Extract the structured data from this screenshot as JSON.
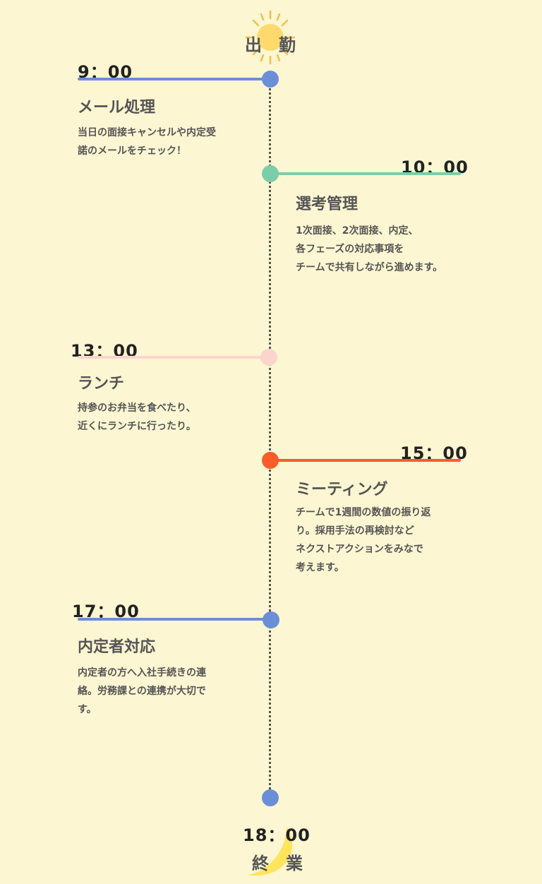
{
  "header": {
    "start_label": "出　勤",
    "start_icon": "sun-icon"
  },
  "footer": {
    "end_time": "18：00",
    "end_label": "終　業",
    "end_icon": "crescent-moon-icon"
  },
  "colors": {
    "background": "#fdf6d2",
    "blue": "#6b8fd6",
    "green": "#7ccdaa",
    "pink": "#fbd5cb",
    "orange": "#fb5c2a",
    "sun": "#ffd96b",
    "moon": "#ffe45c"
  },
  "events": [
    {
      "time": "9：00",
      "title": "メール処理",
      "lines": [
        "当日の面接キャンセルや内定受",
        "諾のメールをチェック！"
      ]
    },
    {
      "time": "10：00",
      "title": "選考管理",
      "lines": [
        "1次面接、2次面接、内定、",
        "各フェーズの対応事項を",
        "チームで共有しながら進めます。"
      ]
    },
    {
      "time": "13：00",
      "title": "ランチ",
      "lines": [
        "持参のお弁当を食べたり、",
        "近くにランチに行ったり。"
      ]
    },
    {
      "time": "15：00",
      "title": "ミーティング",
      "lines": [
        "チームで1週間の数値の振り返",
        "り。採用手法の再検討など",
        "ネクストアクションをみなで",
        "考えます。"
      ]
    },
    {
      "time": "17：00",
      "title": "内定者対応",
      "lines": [
        "内定者の方へ入社手続きの連",
        "絡。労務課との連携が大切で",
        "す。"
      ]
    }
  ]
}
